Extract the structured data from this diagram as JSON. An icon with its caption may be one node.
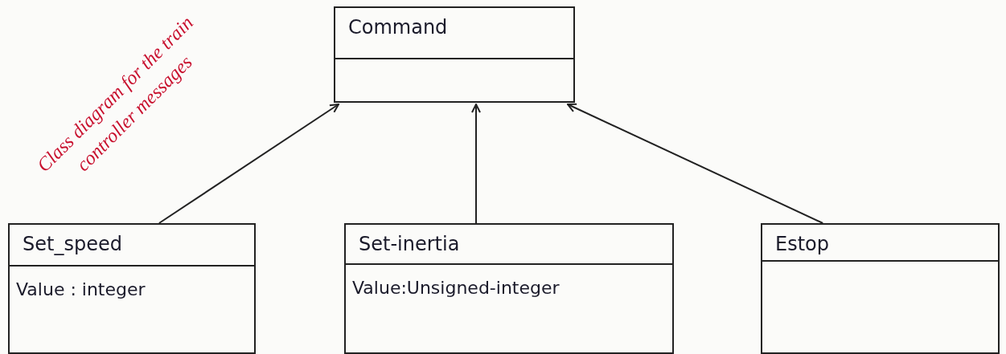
{
  "diagram": {
    "nodes": [
      {
        "text": [
          "Command"
        ]
      },
      {
        "text": [
          "Set_speed",
          "Value : integer"
        ]
      },
      {
        "text": [
          "Set-inertia",
          "Value:Unsigned-integer"
        ]
      },
      {
        "text": [
          "Estop"
        ]
      }
    ],
    "edges": [
      {
        "from": 1,
        "to": 0,
        "arrow": "to"
      },
      {
        "from": 2,
        "to": 0,
        "arrow": "to"
      },
      {
        "from": 3,
        "to": 0,
        "arrow": "to"
      }
    ],
    "labels": [
      "Class diagram for the train controller messages"
    ]
  }
}
